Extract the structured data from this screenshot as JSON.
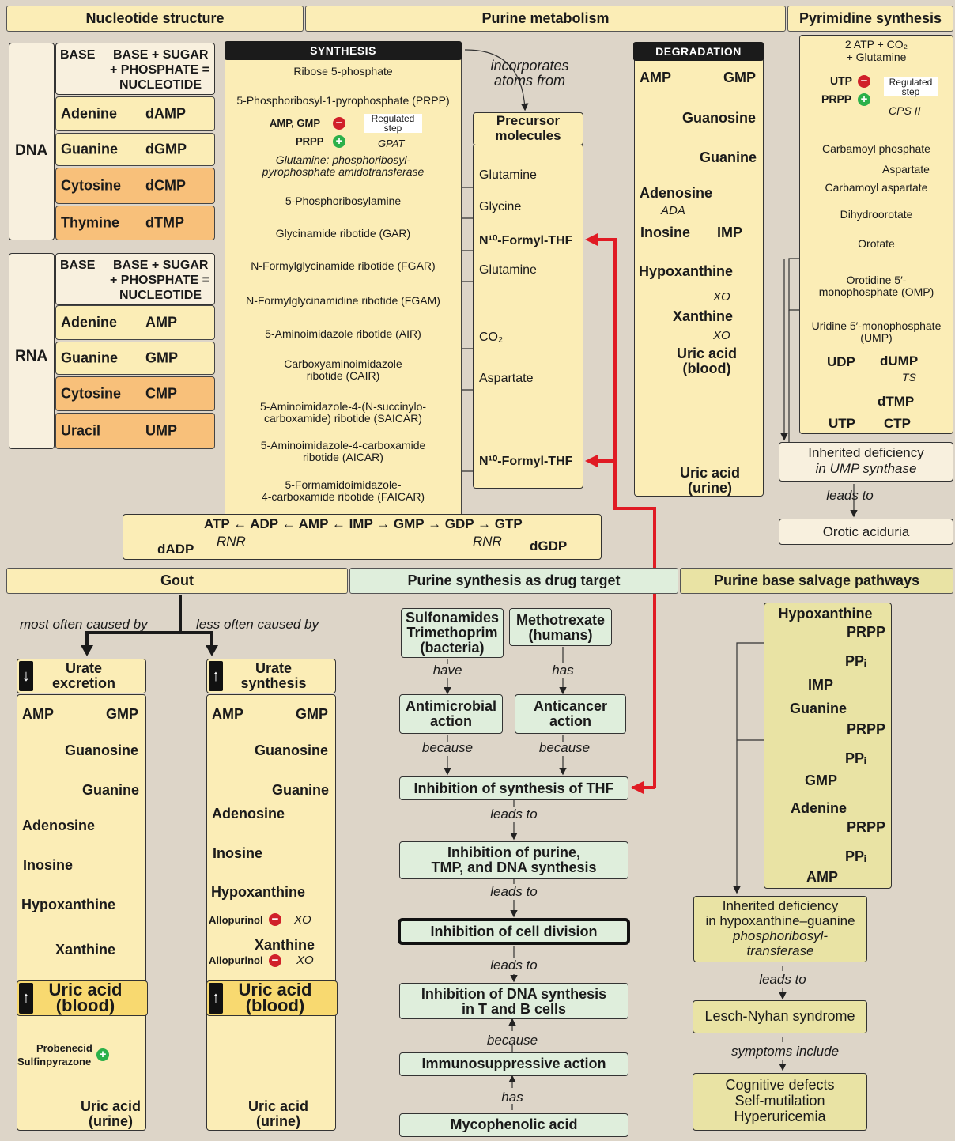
{
  "headers": {
    "nucleotide": "Nucleotide structure",
    "purine": "Purine metabolism",
    "pyrimidine": "Pyrimidine  synthesis",
    "gout": "Gout",
    "drug": "Purine synthesis as drug target",
    "salvage": "Purine base salvage pathways"
  },
  "nucleotide": {
    "dna_label": "DNA",
    "rna_label": "RNA",
    "base_head": "BASE",
    "nucleotide_head_1": "BASE + SUGAR",
    "nucleotide_head_2": "+ PHOSPHATE =",
    "nucleotide_head_3": "NUCLEOTIDE",
    "dna_rows": [
      {
        "base": "Adenine",
        "nuc": "dAMP"
      },
      {
        "base": "Guanine",
        "nuc": "dGMP"
      },
      {
        "base": "Cytosine",
        "nuc": "dCMP"
      },
      {
        "base": "Thymine",
        "nuc": "dTMP"
      }
    ],
    "rna_rows": [
      {
        "base": "Adenine",
        "nuc": "AMP"
      },
      {
        "base": "Guanine",
        "nuc": "GMP"
      },
      {
        "base": "Cytosine",
        "nuc": "CMP"
      },
      {
        "base": "Uracil",
        "nuc": "UMP"
      }
    ]
  },
  "synthesis": {
    "title": "SYNTHESIS",
    "steps": [
      "Ribose 5-phosphate",
      "5-Phosphoribosyl-1-pyrophosphate (PRPP)",
      "5-Phosphoribosylamine",
      "Glycinamide ribotide (GAR)",
      "N-Formylglycinamide ribotide (FGAR)",
      "N-Formylglycinamidine ribotide (FGAM)",
      "5-Aminoimidazole ribotide (AIR)"
    ],
    "cair_1": "Carboxyaminoimidazole",
    "cair_2": "ribotide (CAIR)",
    "saicar_1": "5-Aminoimidazole-4-(N-succinylo-",
    "saicar_2": "carboxamide) ribotide (SAICAR)",
    "aicar_1": "5-Aminoimidazole-4-carboxamide",
    "aicar_2": "ribotide (AICAR)",
    "faicar_1": "5-Formamidoimidazole-",
    "faicar_2": "4-carboxamide ribotide (FAICAR)",
    "reg_amp_gmp": "AMP, GMP",
    "reg_prpp": "PRPP",
    "reg_step_1": "Regulated",
    "reg_step_2": "step",
    "gpat": "GPAT",
    "enzyme_1": "Glutamine: phosphoribosyl-",
    "enzyme_2": "pyrophosphate amidotransferase",
    "incorporates_1": "incorporates",
    "incorporates_2": "atoms from",
    "precursor_title_1": "Precursor",
    "precursor_title_2": "molecules",
    "precursors": [
      "Glutamine",
      "Glycine",
      "N¹⁰-Formyl-THF",
      "Glutamine",
      "CO₂",
      "Aspartate",
      "N¹⁰-Formyl-THF"
    ],
    "bottom_row": "ATP ← ADP ← AMP ←  IMP  → GMP → GDP → GTP",
    "dadp": "dADP",
    "dgdp": "dGDP",
    "rnr": "RNR"
  },
  "degradation": {
    "title": "DEGRADATION",
    "amp": "AMP",
    "gmp": "GMP",
    "guanosine": "Guanosine",
    "guanine": "Guanine",
    "adenosine": "Adenosine",
    "ada": "ADA",
    "inosine": "Inosine",
    "imp": "IMP",
    "hypoxanthine": "Hypoxanthine",
    "xo": "XO",
    "xanthine": "Xanthine",
    "uric_blood_1": "Uric acid",
    "uric_blood_2": "(blood)",
    "uric_urine_1": "Uric acid",
    "uric_urine_2": "(urine)"
  },
  "pyrimidine": {
    "start_1": "2 ATP + CO₂",
    "start_2": "+ Glutamine",
    "utp": "UTP",
    "prpp": "PRPP",
    "reg_1": "Regulated",
    "reg_2": "step",
    "cps": "CPS II",
    "carbamoyl_p": "Carbamoyl phosphate",
    "aspartate": "Aspartate",
    "carbamoyl_asp": "Carbamoyl aspartate",
    "dihydroorotate": "Dihydroorotate",
    "orotate": "Orotate",
    "omp_1": "Orotidine 5′-",
    "omp_2": "monophosphate (OMP)",
    "ump_1": "Uridine 5′-monophosphate",
    "ump_2": "(UMP)",
    "udp": "UDP",
    "dump": "dUMP",
    "ts": "TS",
    "dtmp": "dTMP",
    "utp2": "UTP",
    "ctp": "CTP",
    "deficiency_1": "Inherited deficiency",
    "deficiency_2": "in UMP synthase",
    "leads_to": "leads to",
    "orotic": "Orotic aciduria"
  },
  "gout": {
    "most_often": "most often caused by",
    "less_often": "less often caused by",
    "excretion_1": "Urate",
    "excretion_2": "excretion",
    "synthesis_1": "Urate",
    "synthesis_2": "synthesis",
    "amp": "AMP",
    "gmp": "GMP",
    "guanosine": "Guanosine",
    "guanine": "Guanine",
    "adenosine": "Adenosine",
    "inosine": "Inosine",
    "hypoxanthine": "Hypoxanthine",
    "xanthine": "Xanthine",
    "uric_blood_1": "Uric acid",
    "uric_blood_2": "(blood)",
    "uric_urine_1": "Uric acid",
    "uric_urine_2": "(urine)",
    "probenecid": "Probenecid",
    "sulfinpyrazone": "Sulfinpyrazone",
    "allopurinol": "Allopurinol",
    "xo": "XO"
  },
  "drug": {
    "sulfa_1": "Sulfonamides",
    "sulfa_2": "Trimethoprim",
    "sulfa_3": "(bacteria)",
    "mtx_1": "Methotrexate",
    "mtx_2": "(humans)",
    "have": "have",
    "has": "has",
    "antimicrobial_1": "Antimicrobial",
    "antimicrobial_2": "action",
    "anticancer_1": "Anticancer",
    "anticancer_2": "action",
    "because": "because",
    "thf": "Inhibition of synthesis of THF",
    "leads_to": "leads to",
    "purine_1": "Inhibition of purine,",
    "purine_2": "TMP, and DNA synthesis",
    "cell_div": "Inhibition of cell division",
    "dna_tb_1": "Inhibition of DNA synthesis",
    "dna_tb_2": "in T and B cells",
    "immuno": "Immunosuppressive action",
    "myco": "Mycophenolic acid"
  },
  "salvage": {
    "hypoxanthine": "Hypoxanthine",
    "prpp": "PRPP",
    "ppi": "PPᵢ",
    "imp": "IMP",
    "guanine": "Guanine",
    "gmp": "GMP",
    "adenine": "Adenine",
    "amp": "AMP",
    "def_1": "Inherited deficiency",
    "def_2": "in hypoxanthine–guanine",
    "def_3": "phosphoribosyl-",
    "def_4": "transferase",
    "leads_to": "leads to",
    "lesch": "Lesch-Nyhan syndrome",
    "symptoms": "symptoms include",
    "sym_1": "Cognitive defects",
    "sym_2": "Self-mutilation",
    "sym_3": "Hyperuricemia"
  }
}
